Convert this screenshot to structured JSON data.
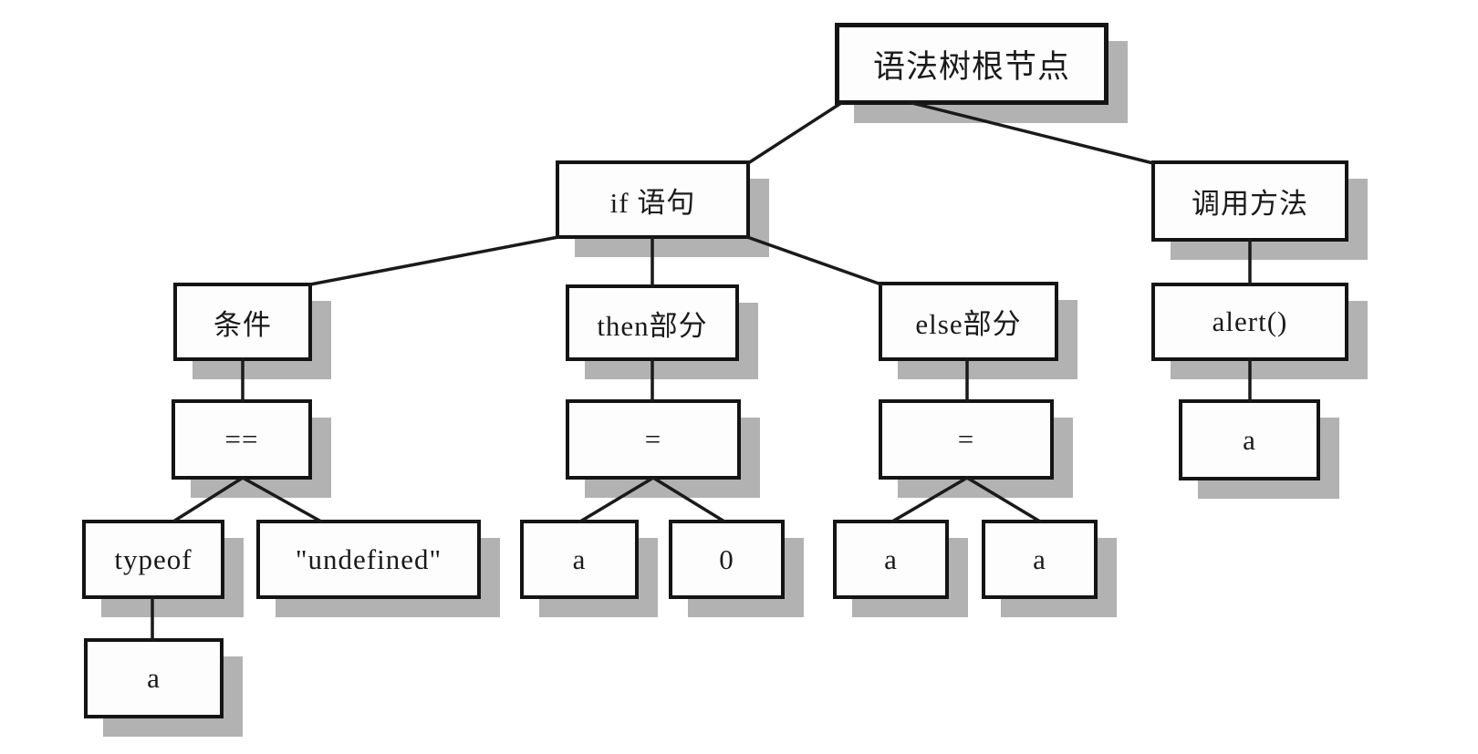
{
  "diagram": {
    "type": "syntax-tree",
    "background_color": "#ffffff",
    "box_fill_color": "#fdfdfd",
    "box_border_color": "#141414",
    "shadow_color": "#b2b2b2",
    "edge_color": "#1a1a1a"
  },
  "nodes": [
    {
      "id": "root",
      "label": "语法树根节点",
      "parent": null
    },
    {
      "id": "if-statement",
      "label": "if 语句",
      "parent": "root"
    },
    {
      "id": "call-method",
      "label": "调用方法",
      "parent": "root"
    },
    {
      "id": "condition",
      "label": "条件",
      "parent": "if-statement"
    },
    {
      "id": "then-part",
      "label": "then部分",
      "parent": "if-statement"
    },
    {
      "id": "else-part",
      "label": "else部分",
      "parent": "if-statement"
    },
    {
      "id": "alert-call",
      "label": "alert()",
      "parent": "call-method"
    },
    {
      "id": "double-equals",
      "label": "==",
      "parent": "condition"
    },
    {
      "id": "assign-then",
      "label": "=",
      "parent": "then-part"
    },
    {
      "id": "assign-else",
      "label": "=",
      "parent": "else-part"
    },
    {
      "id": "a-under-alert",
      "label": "a",
      "parent": "alert-call"
    },
    {
      "id": "typeof-operator",
      "label": "typeof",
      "parent": "double-equals"
    },
    {
      "id": "undefined-literal",
      "label": "\"undefined\"",
      "parent": "double-equals"
    },
    {
      "id": "a-under-assign-then",
      "label": "a",
      "parent": "assign-then"
    },
    {
      "id": "zero-literal",
      "label": "0",
      "parent": "assign-then"
    },
    {
      "id": "a-under-assign-else-left",
      "label": "a",
      "parent": "assign-else"
    },
    {
      "id": "a-under-assign-else-right",
      "label": "a",
      "parent": "assign-else"
    },
    {
      "id": "a-under-typeof",
      "label": "a",
      "parent": "typeof-operator"
    }
  ]
}
